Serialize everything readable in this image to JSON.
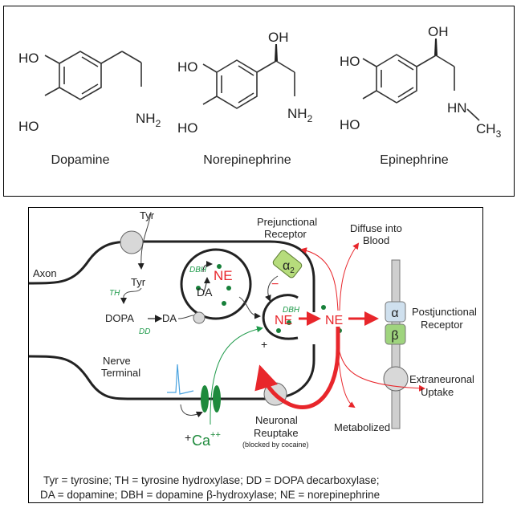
{
  "molecules": [
    {
      "name": "Dopamine",
      "groups": {
        "oh_top": "HO",
        "oh_bottom": "HO",
        "amine": "NH",
        "amine_sub": "2"
      }
    },
    {
      "name": "Norepinephrine",
      "groups": {
        "oh_top": "HO",
        "oh_bottom": "HO",
        "side_oh": "OH",
        "amine": "NH",
        "amine_sub": "2"
      }
    },
    {
      "name": "Epinephrine",
      "groups": {
        "oh_top": "HO",
        "oh_bottom": "HO",
        "side_oh": "OH",
        "amine": "HN",
        "methyl": "CH",
        "methyl_sub": "3"
      }
    }
  ],
  "pathway": {
    "labels": {
      "tyr_outside": "Tyr",
      "tyr_inside": "Tyr",
      "axon": "Axon",
      "th": "TH",
      "dopa": "DOPA",
      "dd": "DD",
      "da_cytosol": "DA",
      "dbh_vesicle": "DBH",
      "ne_vesicle": "NE",
      "da_vesicle": "DA",
      "prejunctional": "Prejunctional",
      "receptor": "Receptor",
      "alpha2": "α",
      "alpha2_sub": "2",
      "minus": "−",
      "diffuse_line1": "Diffuse into",
      "diffuse_line2": "Blood",
      "dbh_release": "DBH",
      "ne_release": "NE",
      "ne_cleft": "NE",
      "plus_release": "+",
      "alpha": "α",
      "beta": "β",
      "postjunctional_line1": "Postjunctional",
      "postjunctional_line2": "Receptor",
      "nerve_line1": "Nerve",
      "nerve_line2": "Terminal",
      "extraneuronal_line1": "Extraneuronal",
      "extraneuronal_line2": "Uptake",
      "plus_ca": "+",
      "ca": "Ca",
      "ca_charge": "++",
      "neuronal_line1": "Neuronal",
      "neuronal_line2": "Reuptake",
      "neuronal_line3": "(blocked by cocaine)",
      "metabolized": "Metabolized"
    },
    "legend": {
      "line1": "Tyr = tyrosine; TH = tyrosine hydroxylase; DD = DOPA decarboxylase;",
      "line2": "DA = dopamine; DBH = dopamine β-hydroxylase; NE = norepinephrine"
    },
    "colors": {
      "ne_red": "#e8262b",
      "enzyme_green": "#1e9a4a",
      "vesicle_dot": "#17803a",
      "alpha_blue": "#cfe0ee",
      "beta_green": "#9fd47e",
      "alpha2_green": "#b6dc7c",
      "transporter_gray": "#d8d8d8",
      "action_potential": "#4aa3e0",
      "ca_channel": "#1e8a3c"
    }
  }
}
